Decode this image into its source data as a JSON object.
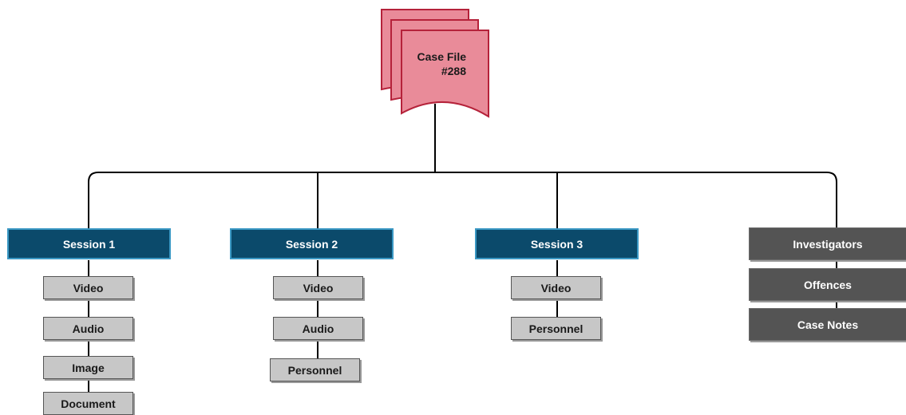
{
  "case_file": {
    "title_line1": "Case File",
    "title_line2": "#288",
    "fill_color": "#e98b99",
    "stroke_color": "#b5223a"
  },
  "sessions": [
    {
      "label": "Session 1",
      "items": [
        "Video",
        "Audio",
        "Image",
        "Document"
      ]
    },
    {
      "label": "Session 2",
      "items": [
        "Video",
        "Audio",
        "Personnel"
      ]
    },
    {
      "label": "Session 3",
      "items": [
        "Video",
        "Personnel"
      ]
    }
  ],
  "info_boxes": [
    "Investigators",
    "Offences",
    "Case Notes"
  ],
  "colors": {
    "session_fill": "#0b4a6b",
    "session_border": "#3a98c4",
    "item_fill": "#c7c7c7",
    "info_fill": "#545454",
    "connector": "#000000"
  }
}
